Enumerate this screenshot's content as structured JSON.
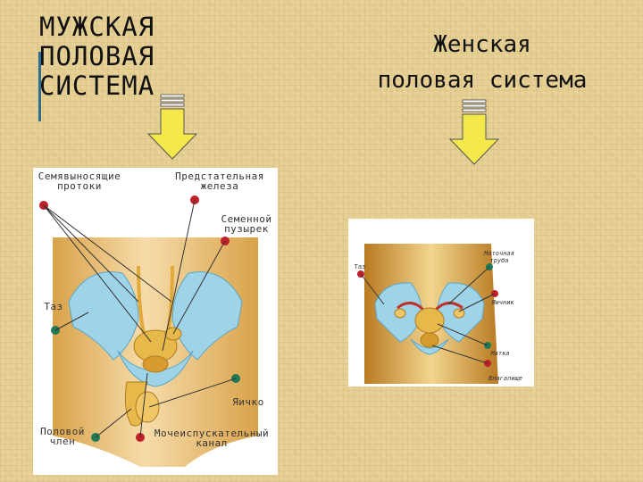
{
  "slide": {
    "title_left": [
      "МУЖСКАЯ",
      "ПОЛОВАЯ",
      "СИСТЕМА"
    ],
    "title_right": [
      "Женская",
      "половая система"
    ]
  },
  "male_diagram": {
    "labels": {
      "vas_deferens": [
        "Семявыносящие",
        "протоки"
      ],
      "prostate": [
        "Предстательная",
        "железа"
      ],
      "seminal_vesicle": [
        "Семенной",
        "пузырек"
      ],
      "pelvis": "Таз",
      "testicle": "Яичко",
      "penis": [
        "Половой",
        "член"
      ],
      "urethra": [
        "Мочеиспускательный",
        "канал"
      ]
    }
  },
  "female_diagram": {
    "labels": {
      "pelvis": "Таз",
      "fallopian_tube": [
        "Маточная",
        "труба"
      ],
      "ovary": "Яичник",
      "uterus": "Матка",
      "vagina": "Влагалище"
    }
  },
  "colors": {
    "background": "#e6cf93",
    "arrow_fill": "#f4e84a",
    "bone": "#9ed3e8",
    "organ": "#e7b84a",
    "marker_red": "#c0202a",
    "marker_green": "#1f7a55"
  }
}
